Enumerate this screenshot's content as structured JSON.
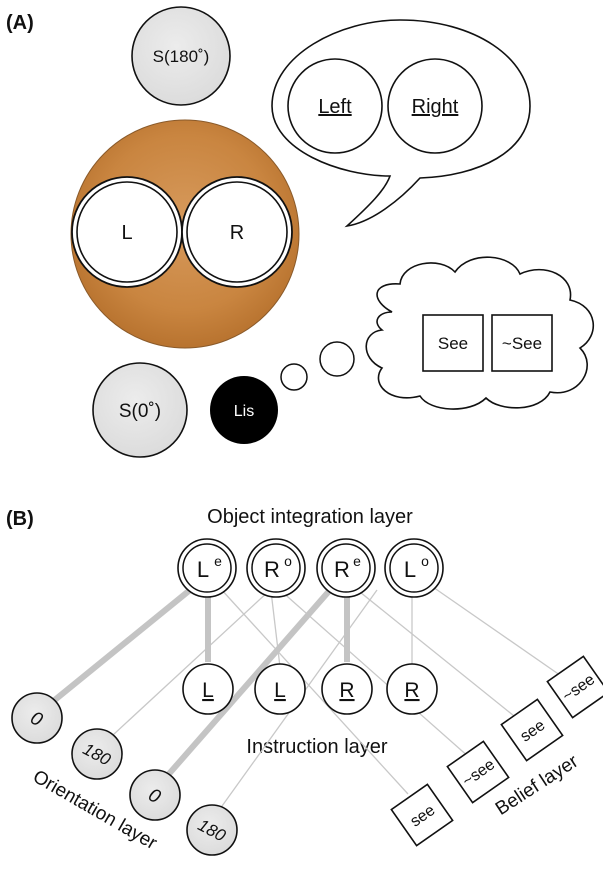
{
  "panel_a": {
    "label": "(A)",
    "speaker_180": "S(180˚)",
    "speaker_0": "S(0˚)",
    "object_left": "L",
    "object_right": "R",
    "listener": "Lis",
    "speech_left": "Left",
    "speech_right": "Right",
    "thought_see": "See",
    "thought_not_see": "~See",
    "colors": {
      "object_fill": "#c98a4b",
      "speaker_fill": "#e6e6e6",
      "listener_fill": "#000000"
    }
  },
  "panel_b": {
    "label": "(B)",
    "object_layer_title": "Object integration layer",
    "instruction_layer_title": "Instruction layer",
    "orientation_layer_title": "Orientation layer",
    "belief_layer_title": "Belief layer",
    "object_nodes": [
      {
        "base": "L",
        "sup": "e"
      },
      {
        "base": "R",
        "sup": "o"
      },
      {
        "base": "R",
        "sup": "e"
      },
      {
        "base": "L",
        "sup": "o"
      }
    ],
    "instruction_nodes": [
      "L",
      "L",
      "R",
      "R"
    ],
    "orientation_nodes": [
      "0",
      "180",
      "0",
      "180"
    ],
    "belief_nodes": [
      "see",
      "~see",
      "see",
      "~see"
    ],
    "colors": {
      "orientation_fill": "#e6e6e6",
      "strong_link": "#c4c4c4",
      "weak_link": "#c8c8c8"
    }
  }
}
